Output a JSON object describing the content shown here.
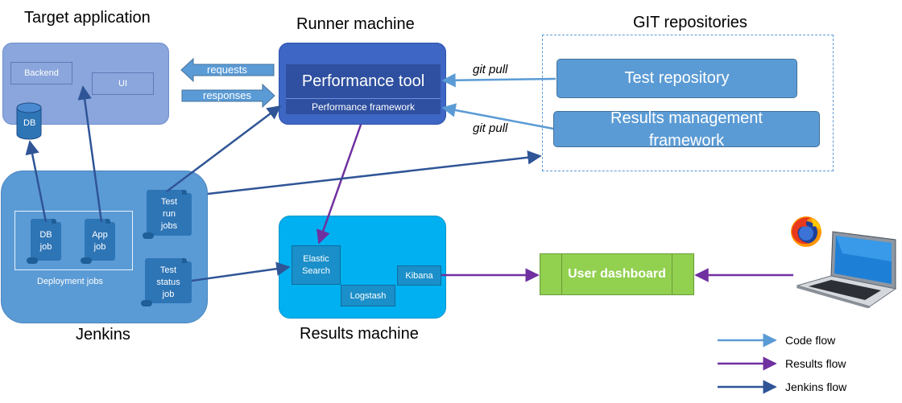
{
  "titles": {
    "target_application": "Target application",
    "runner_machine": "Runner machine",
    "git_repositories": "GIT repositories",
    "jenkins": "Jenkins",
    "results_machine": "Results machine"
  },
  "target_app": {
    "backend": "Backend",
    "ui": "UI",
    "db": "DB"
  },
  "arrows": {
    "requests": "requests",
    "responses": "responses",
    "git_pull_1": "git pull",
    "git_pull_2": "git pull"
  },
  "runner": {
    "performance_tool": "Performance tool",
    "performance_framework": "Performance framework"
  },
  "git": {
    "test_repository": "Test repository",
    "results_management_line1": "Results management",
    "results_management_line2": "framework"
  },
  "jenkins": {
    "db_job_line1": "DB",
    "db_job_line2": "job",
    "app_job_line1": "App",
    "app_job_line2": "job",
    "deployment_jobs": "Deployment jobs",
    "test_run_line1": "Test",
    "test_run_line2": "run",
    "test_run_line3": "jobs",
    "test_status_line1": "Test",
    "test_status_line2": "status",
    "test_status_line3": "job"
  },
  "results": {
    "elastic_line1": "Elastic",
    "elastic_line2": "Search",
    "logstash": "Logstash",
    "kibana": "Kibana"
  },
  "dashboard": {
    "label": "User dashboard"
  },
  "legend": [
    {
      "label": "Code flow",
      "color": "#5b9bd5"
    },
    {
      "label": "Results flow",
      "color": "#7030a0"
    },
    {
      "label": "Jenkins flow",
      "color": "#2f5597"
    }
  ],
  "icons": {
    "browser": "firefox-logo-icon",
    "laptop": "laptop-icon"
  }
}
